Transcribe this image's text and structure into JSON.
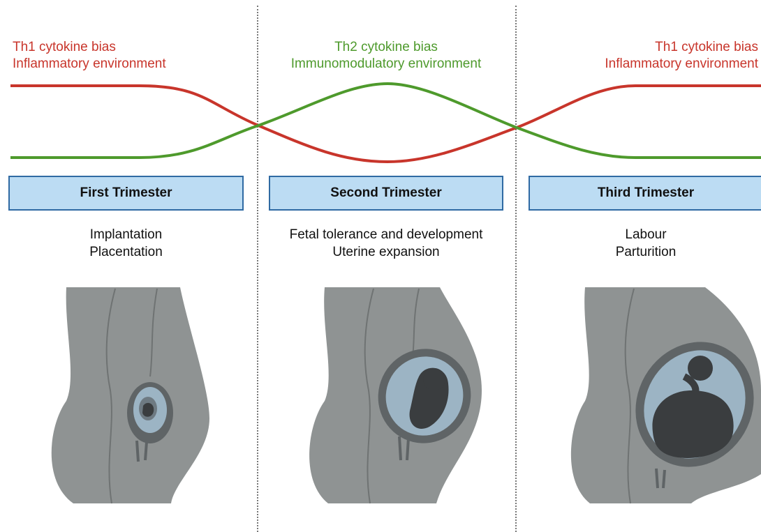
{
  "top_labels": {
    "left": {
      "line1": "Th1 cytokine bias",
      "line2": "Inflammatory environment",
      "color": "#c8352b"
    },
    "middle": {
      "line1": "Th2 cytokine bias",
      "line2": "Immunomodulatory environment",
      "color": "#4e9a2c"
    },
    "right": {
      "line1": "Th1 cytokine bias",
      "line2": "Inflammatory environment",
      "color": "#c8352b"
    }
  },
  "stages": [
    {
      "title": "First Trimester",
      "line1": "Implantation",
      "line2": "Placentation"
    },
    {
      "title": "Second Trimester",
      "line1": "Fetal tolerance and development",
      "line2": "Uterine expansion"
    },
    {
      "title": "Third Trimester",
      "line1": "Labour",
      "line2": "Parturition"
    }
  ],
  "colors": {
    "th1_curve": "#c8352b",
    "th2_curve": "#4e9a2c",
    "box_fill": "#bcdcf3",
    "box_border": "#2f6aa3",
    "body_gray": "#8f9393",
    "uterus_fill": "#9cb4c4",
    "fetus": "#3a3d3f"
  }
}
